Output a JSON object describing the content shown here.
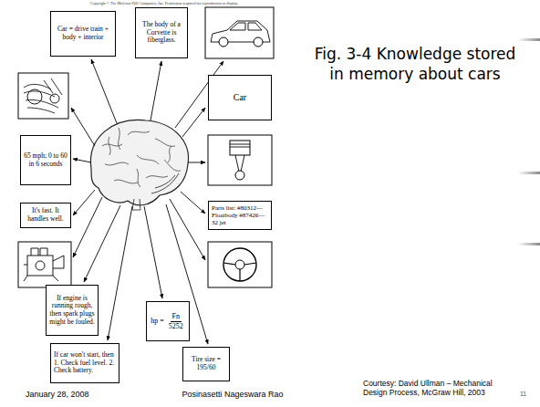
{
  "diagram": {
    "title": "Fig. 3-4 Knowledge stored in memory about cars",
    "nodes": [
      {
        "text": [
          "Car = drive train + body + interior"
        ]
      },
      {
        "text": [
          "The body of a Corvette is fiberglass."
        ]
      },
      {
        "text": [
          "Car"
        ]
      },
      {
        "text": [
          "65 mph; 0 to 60 in 6 seconds"
        ]
      },
      {
        "text": [
          "It's fast. It handles well."
        ]
      },
      {
        "text": [
          "Parts list: #80312—Floatbody #87426—32 jet"
        ]
      },
      {
        "text": [
          "If engine is running rough, then spark plugs might be fouled."
        ]
      },
      {
        "text": [
          "hp =",
          "Fn",
          "5252"
        ]
      },
      {
        "text": [
          "If car won't start, then 1. Check fuel level. 2. Check battery."
        ]
      },
      {
        "text": [
          "Tire size = 195/60"
        ]
      }
    ],
    "labels": [
      "Copyright © The McGraw-Hill Companies, Inc. Permission required for reproduction or display.",
      "January 28, 2008",
      "Posinasetti Nageswara Rao",
      "Courtesy: David Ullman – Mechanical Design Process, McGraw Hill, 2003",
      "11"
    ]
  }
}
